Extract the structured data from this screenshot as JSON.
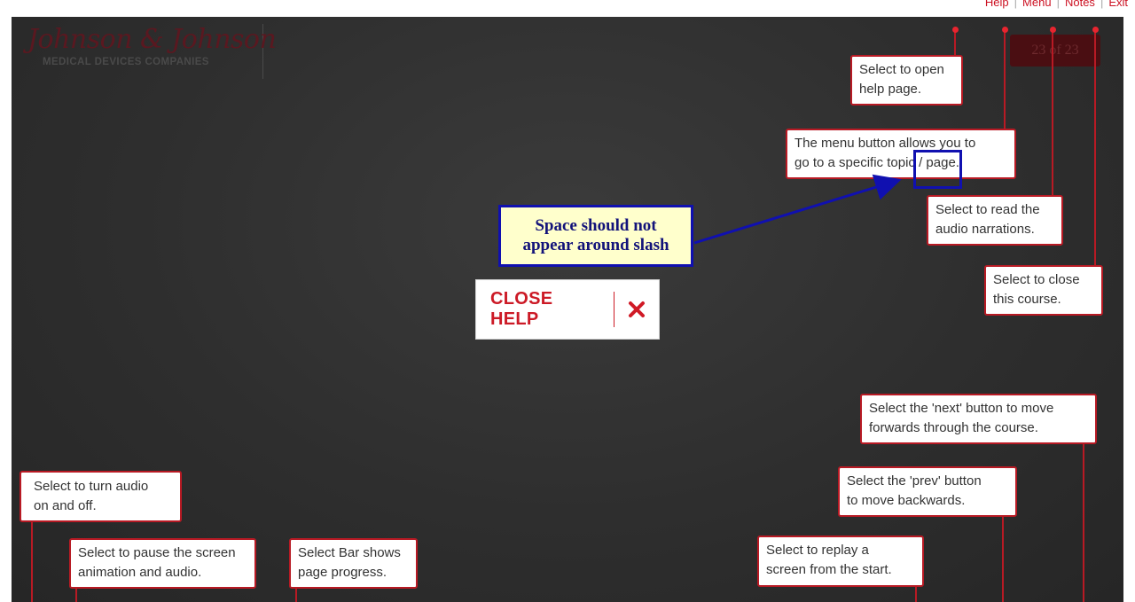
{
  "top_links": [
    "Help",
    "Menu",
    "Notes",
    "Exit"
  ],
  "logo": {
    "script": "Johnson & Johnson",
    "subtitle": "MEDICAL DEVICES COMPANIES"
  },
  "page_counter": "23 of 23",
  "callouts": {
    "help": [
      "Select to open",
      "help page."
    ],
    "menu": [
      "The menu button allows you to",
      "go to a specific topic / page."
    ],
    "notes": [
      "Select to read the",
      "audio narrations."
    ],
    "exit": [
      "Select to close",
      "this course."
    ],
    "next": [
      "Select the 'next' button to move",
      "forwards through the course."
    ],
    "prev": [
      "Select the 'prev' button",
      "to move backwards."
    ],
    "audio": [
      "Select to turn audio",
      "on and off."
    ],
    "pause": [
      "Select to pause the screen",
      "animation and audio."
    ],
    "bar": [
      "Select Bar shows",
      "page progress."
    ],
    "replay": [
      "Select to replay a",
      "screen from the start."
    ]
  },
  "close_help": {
    "label": "CLOSE HELP"
  },
  "annotation": {
    "lines": [
      "Space should not",
      "appear around slash"
    ]
  },
  "colors": {
    "accent": "#b81a24",
    "annotation_border": "#1010b0",
    "annotation_fill": "#ffffcc"
  },
  "icons": {
    "close": "close-x-icon"
  }
}
